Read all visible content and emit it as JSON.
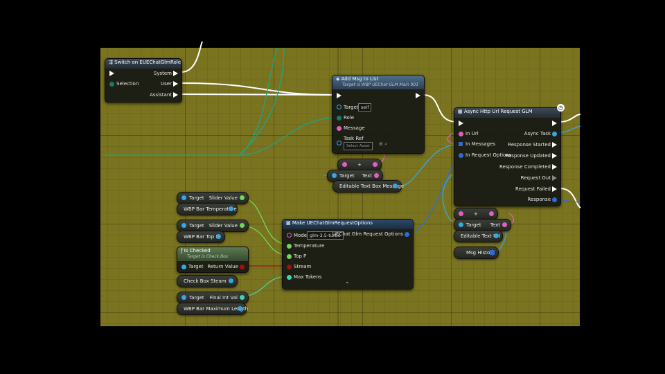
{
  "switch_node": {
    "title": "Switch on EUEChatGlmRole",
    "selection": "Selection",
    "system": "System",
    "user": "User",
    "assistant": "Assistant"
  },
  "add_msg": {
    "title": "Add Msg to List",
    "subtitle": "Target is WBP UEChat GLM Main 001",
    "target": "Target",
    "target_value": "self",
    "role": "Role",
    "message": "Message",
    "task_ref": "Task Ref",
    "task_ref_value": "Select Asset"
  },
  "async_http": {
    "title": "Async Http Url Request GLM",
    "in_url": "In Url",
    "in_messages": "In Messages",
    "in_request_options": "In Request Options",
    "async_task": "Async Task",
    "response_started": "Response Started",
    "response_updated": "Response Updated",
    "response_completed": "Response Completed",
    "request_out": "Request Out",
    "request_failed": "Request Failed",
    "response": "Response"
  },
  "make_options": {
    "title": "Make UEChatGlmRequestOptions",
    "model": "Model",
    "model_value": "glm-3.5-turbo",
    "temperature": "Temperature",
    "top_p": "Top P",
    "stream": "Stream",
    "max_tokens": "Max Tokens",
    "output": "UEChat Glm Request Options"
  },
  "is_checked": {
    "title": "Is Checked",
    "subtitle": "Target is Check Box",
    "target": "Target",
    "return_value": "Return Value"
  },
  "pills": {
    "target": "Target",
    "slider_value": "Slider Value",
    "final_int_val": "Final Int Val",
    "text": "Text",
    "wbp_bar_temperature": "WBP Bar Temperature",
    "wbp_bar_top_p": "WBP Bar Top P",
    "check_box_steam": "Check Box Steam",
    "wbp_bar_max_length": "WBP Bar Maximum Length",
    "editable_text_box_message": "Editable Text Box Message",
    "editable_text_url": "Editable Text Url",
    "msg_history": "Msg History",
    "plus": "+"
  },
  "colors": {
    "canvas": "#7a7420",
    "exec": "#ffffff",
    "string": "#e25fbf",
    "object": "#36a7e3",
    "float": "#6fd85a",
    "bool": "#a11111",
    "struct": "#2d6cd6",
    "byte": "#1aa58e",
    "int": "#3ed6b0"
  }
}
